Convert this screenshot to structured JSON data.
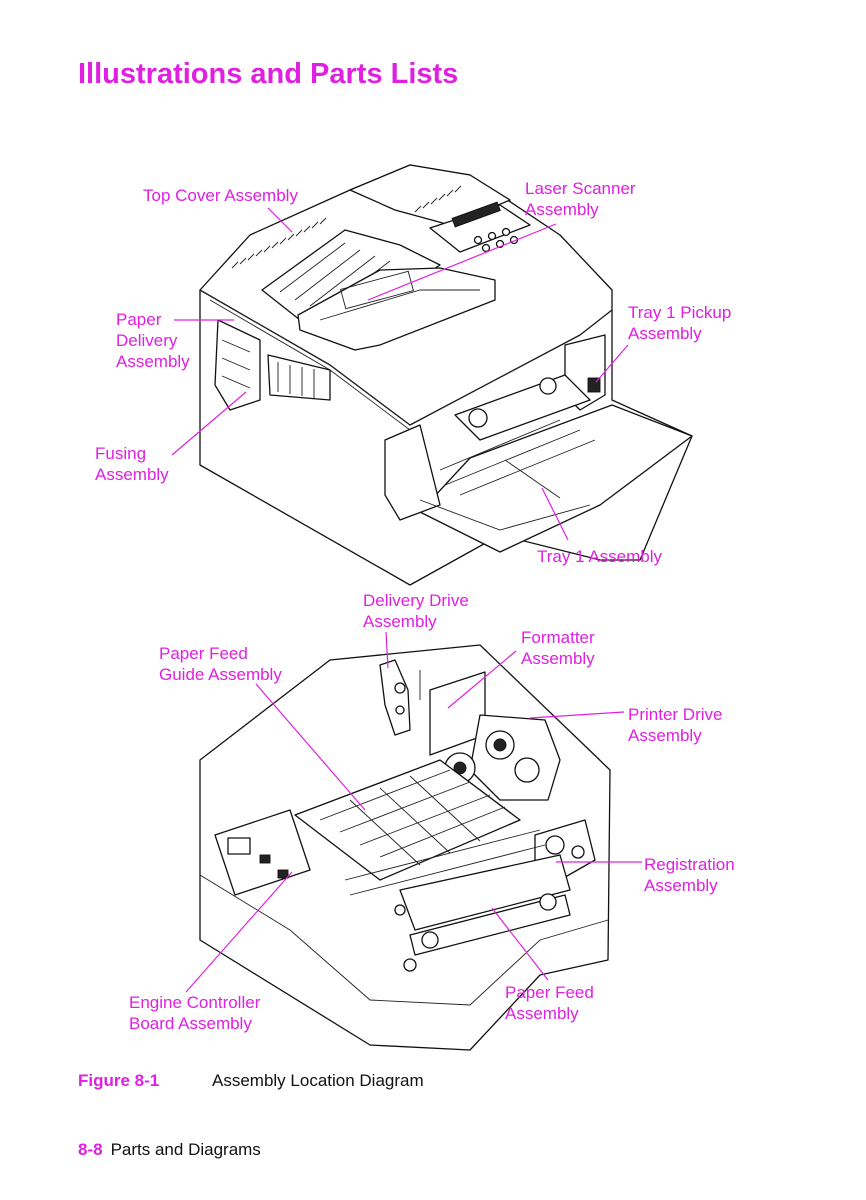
{
  "page": {
    "title": "Illustrations and Parts Lists",
    "accent_color": "#e020e0",
    "text_color": "#111111"
  },
  "top_labels": {
    "top_cover": [
      "Top Cover Assembly"
    ],
    "laser_scanner": [
      "Laser Scanner",
      "Assembly"
    ],
    "paper_delivery": [
      "Paper",
      "Delivery",
      "Assembly"
    ],
    "tray1_pickup": [
      "Tray 1 Pickup",
      "Assembly"
    ],
    "fusing": [
      "Fusing",
      "Assembly"
    ],
    "tray1": [
      "Tray 1 Assembly"
    ]
  },
  "bottom_labels": {
    "delivery_drive": [
      "Delivery Drive",
      "Assembly"
    ],
    "paper_feed_guide": [
      "Paper Feed",
      "Guide Assembly"
    ],
    "formatter": [
      "Formatter",
      "Assembly"
    ],
    "printer_drive": [
      "Printer Drive",
      "Assembly"
    ],
    "registration": [
      "Registration",
      "Assembly"
    ],
    "engine_controller": [
      "Engine Controller",
      "Board Assembly"
    ],
    "paper_feed": [
      "Paper Feed",
      "Assembly"
    ]
  },
  "caption": {
    "figure_number": "Figure 8-1",
    "text": "Assembly Location Diagram"
  },
  "footer": {
    "page_number": "8-8",
    "section": "Parts and Diagrams"
  }
}
